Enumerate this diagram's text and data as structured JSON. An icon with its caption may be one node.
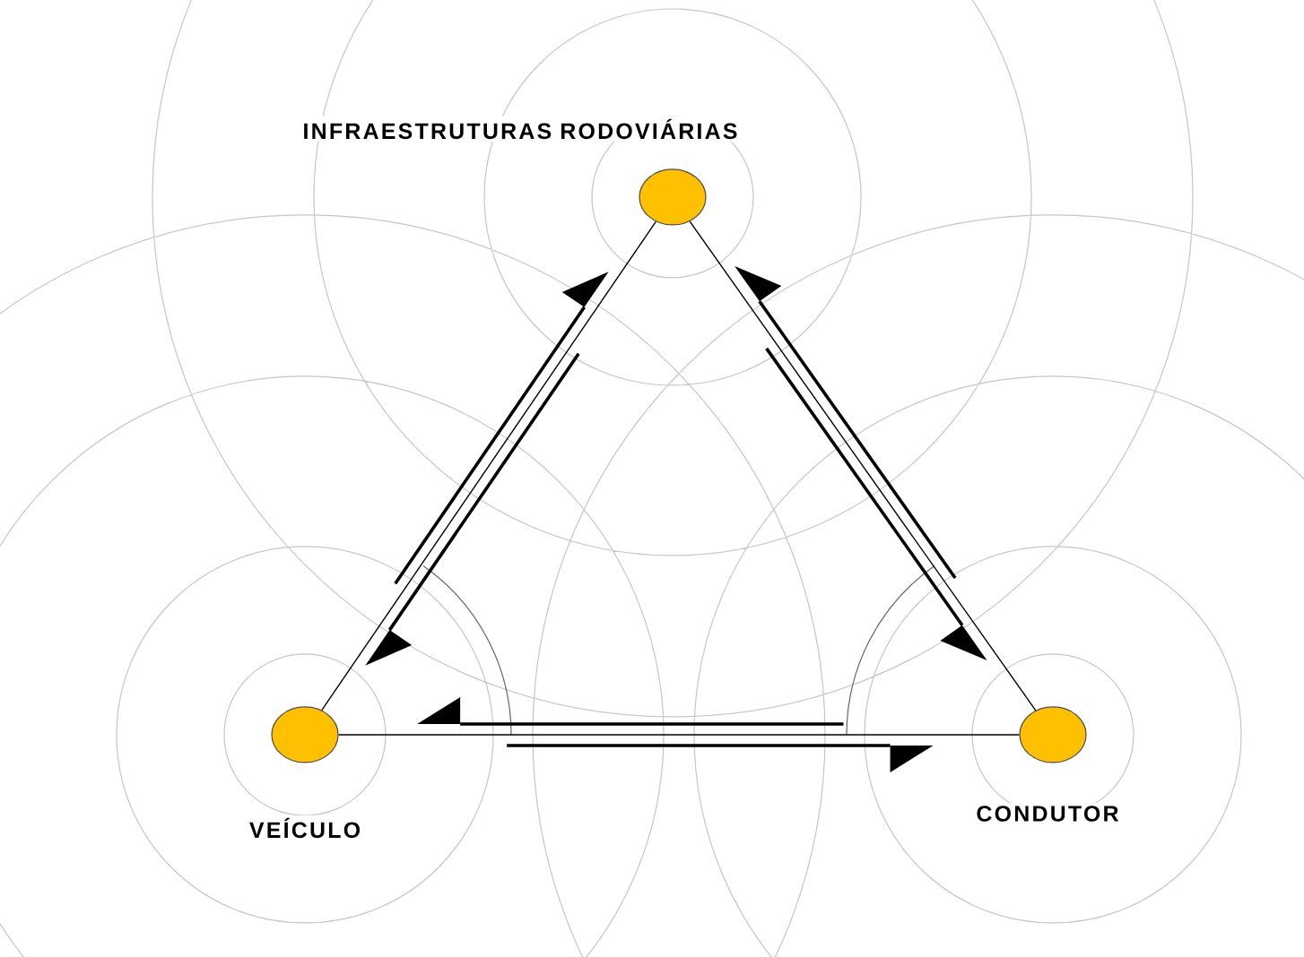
{
  "diagram": {
    "nodes": [
      {
        "text": [],
        "shape": "circle",
        "beside": [
          "INFRAESTRUTURAS RODOVIÁRIAS"
        ]
      },
      {
        "text": [],
        "shape": "circle",
        "beside": [
          "VEÍCULO"
        ]
      },
      {
        "text": [],
        "shape": "circle",
        "beside": [
          "CONDUTOR"
        ]
      }
    ],
    "edges": [
      {
        "from": 1,
        "to": 0,
        "arrow": "none"
      },
      {
        "from": 0,
        "to": 2,
        "arrow": "none"
      },
      {
        "from": 1,
        "to": 2,
        "arrow": "none"
      }
    ]
  }
}
